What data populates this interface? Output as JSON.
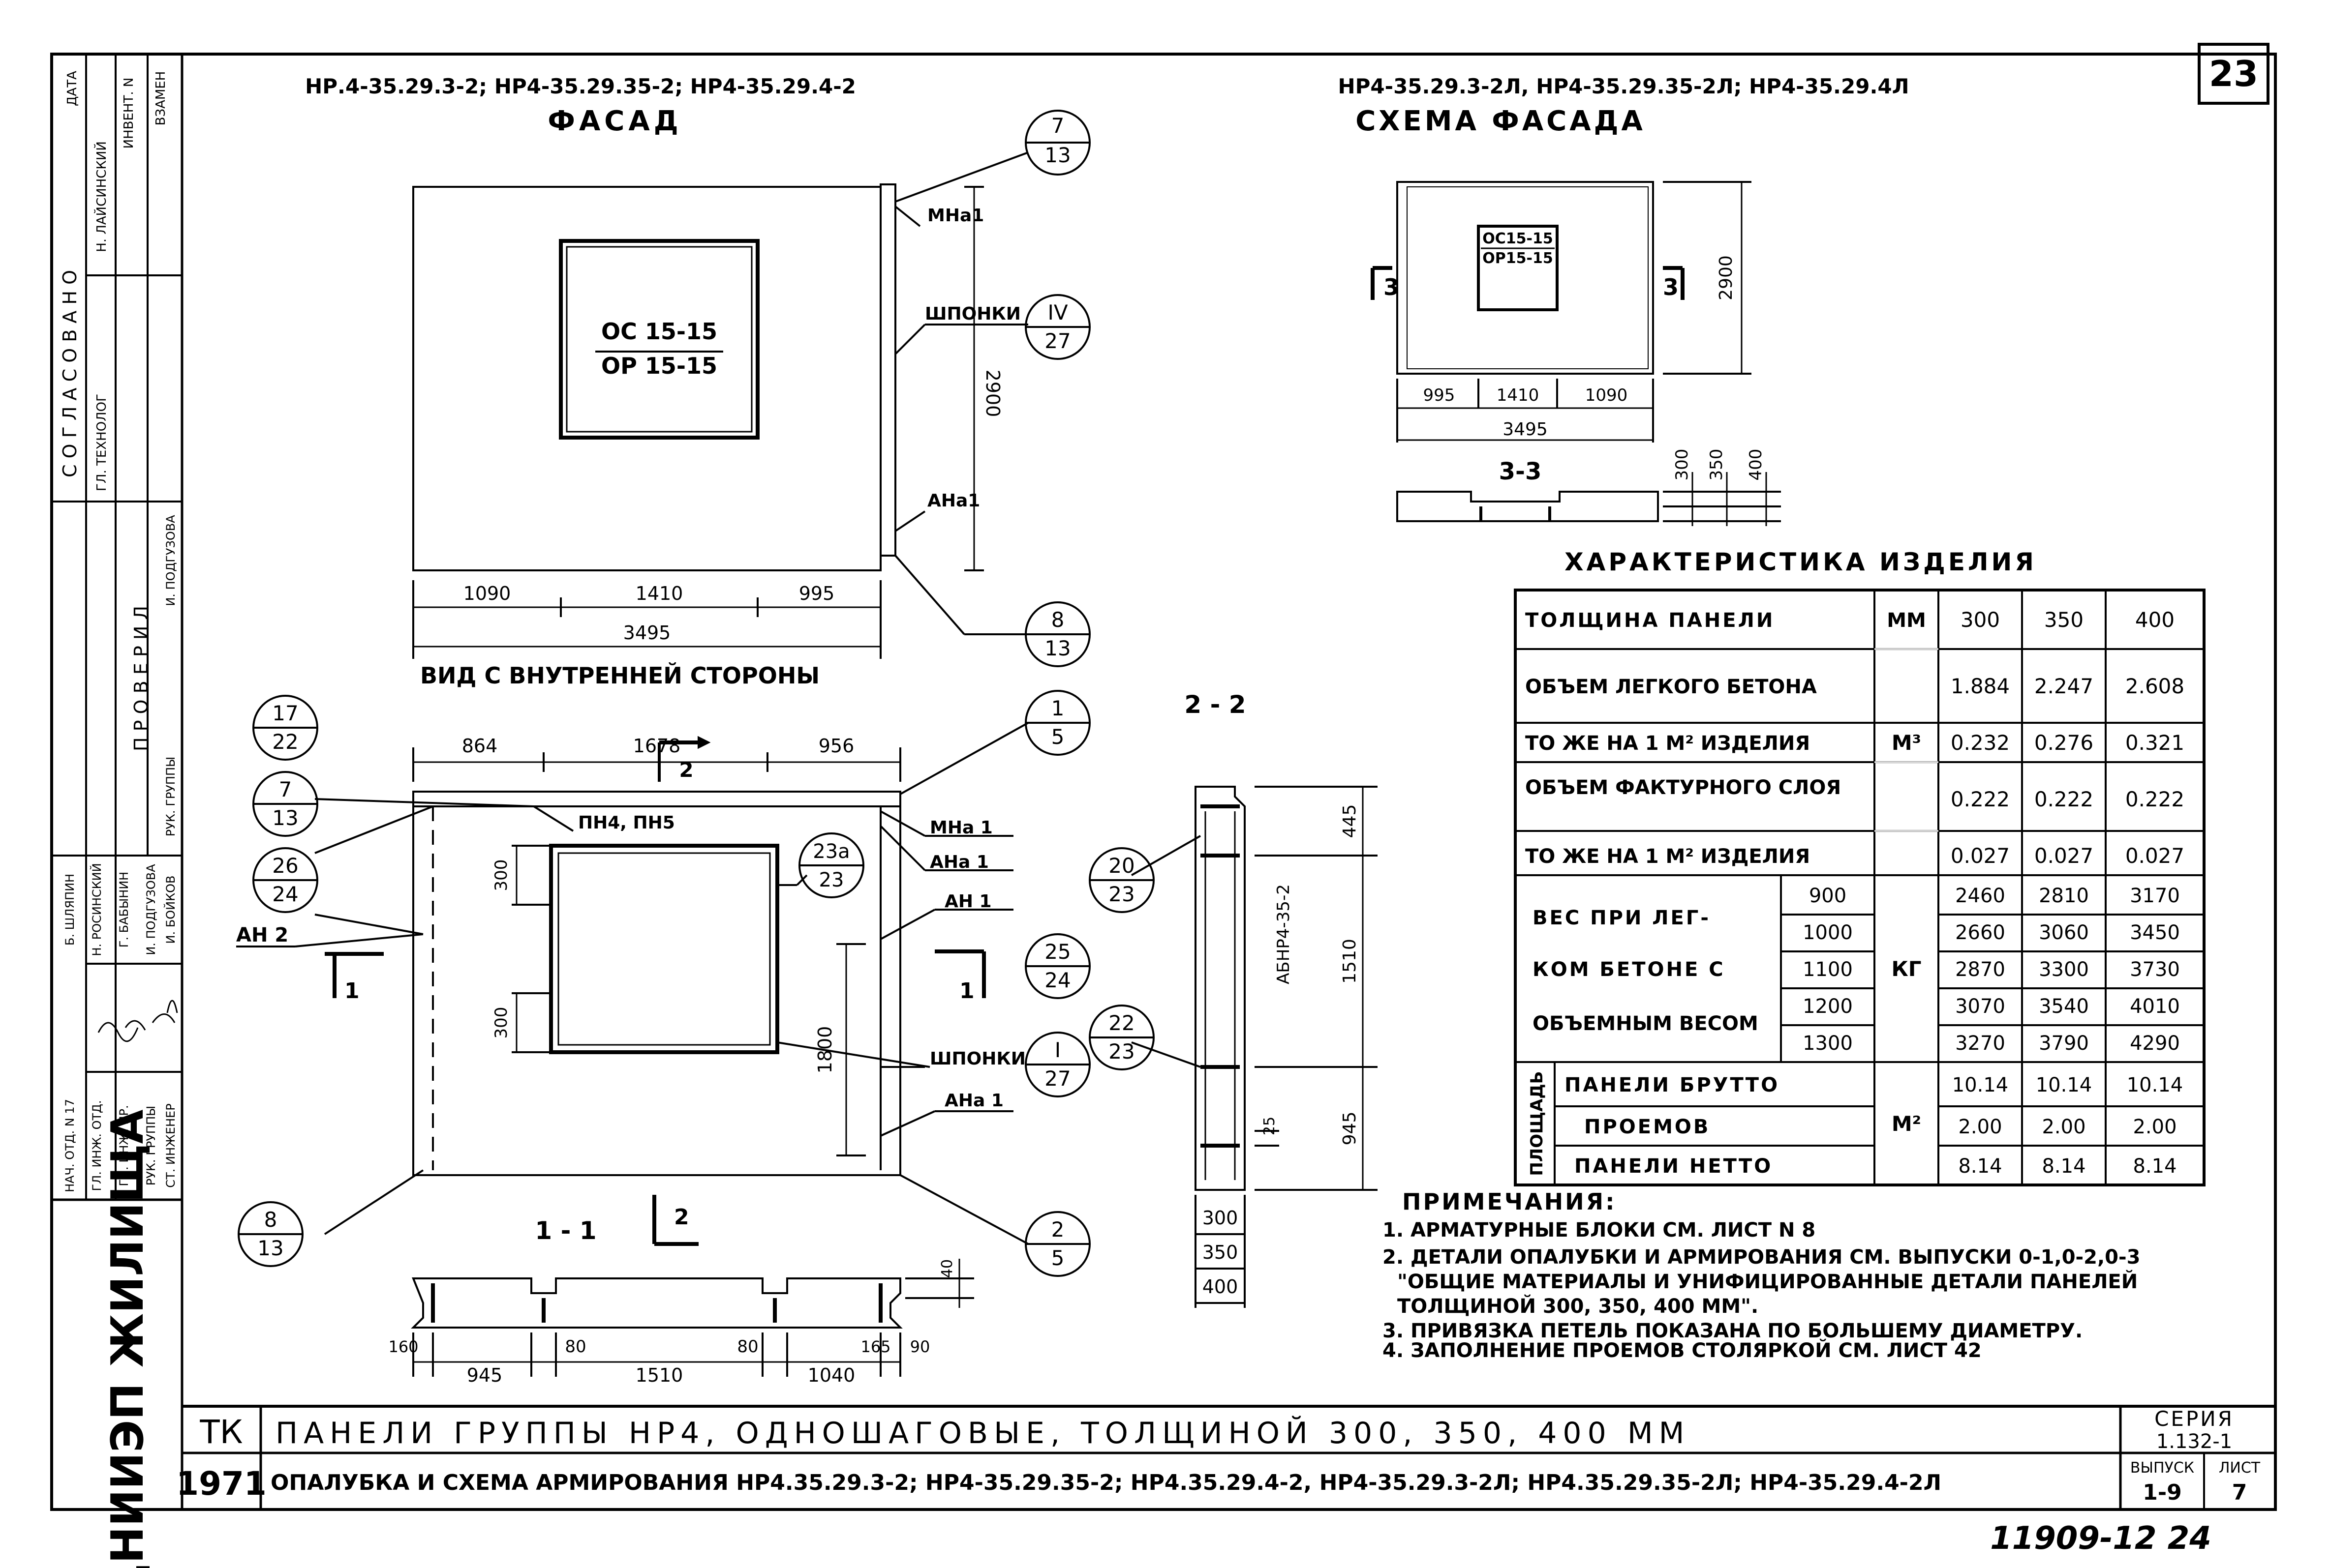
{
  "page_number": "23",
  "handwritten_footer": "11909-12   24",
  "left_stamp": {
    "approved_header": "С О Г Л А С О В А Н О",
    "approved_roles": [
      "ГЛ. ТЕХНОЛОГ",
      "Н. ЛАЙСИНСКИЙ",
      "ИНВЕНТ. N",
      "ДАТА",
      "ВЗАМЕН"
    ],
    "checked_header": "П Р О В Е Р И Л",
    "checked_roles": [
      "РУК. ГРУППЫ",
      "И. ПОДГУЗОВА"
    ],
    "signatures": [
      {
        "role": "НАЧ. ОТД. N 17",
        "name": "Б. ШЛЯПИН"
      },
      {
        "role": "ГЛ. ИНЖ. ОТД.",
        "name": "Н. РОСИНСКИЙ"
      },
      {
        "role": "ГЛ. ИНЖ. ПР.",
        "name": "Г. БАБЫНИН"
      },
      {
        "role": "РУК. ГРУППЫ",
        "name": "И. ПОДГУЗОВА"
      },
      {
        "role": "СТ. ИНЖЕНЕР",
        "name": "И. БОЙКОВ"
      }
    ],
    "org_logo": "ЦНИИЭП ЖИЛИЩА"
  },
  "facade_left": {
    "codes": "НР.4-35.29.3-2; НР4-35.29.35-2; НР4-35.29.4-2",
    "title": "ФАСАД",
    "window_top": "ОС 15-15",
    "window_bottom": "ОР 15-15",
    "labels": [
      "МНа1",
      "ШПОНКИ",
      "АНа1"
    ],
    "height": "2900",
    "dims": [
      "1090",
      "1410",
      "995"
    ],
    "total": "3495",
    "callouts": [
      {
        "top": "7",
        "bottom": "13"
      },
      {
        "top": "IV",
        "bottom": "27"
      },
      {
        "top": "8",
        "bottom": "13"
      }
    ]
  },
  "facade_right": {
    "codes": "НР4-35.29.3-2Л, НР4-35.29.35-2Л; НР4-35.29.4Л",
    "title": "СХЕМА ФАСАДА",
    "window_top": "ОС15-15",
    "window_bottom": "ОР15-15",
    "height": "2900",
    "dims": [
      "995",
      "1410",
      "1090"
    ],
    "total": "3495",
    "section_mark": "3",
    "section_title": "3-3",
    "thicknesses": [
      "300",
      "350",
      "400"
    ]
  },
  "inner_view": {
    "title": "ВИД С ВНУТРЕННЕЙ СТОРОНЫ",
    "top_dims": [
      "864",
      "1678",
      "956"
    ],
    "top_mark": "2",
    "labels": [
      "ПН4, ПН5",
      "МНа 1",
      "АНа 1",
      "АН 1",
      "АН 2",
      "ШПОНКИ",
      "АНа 1"
    ],
    "side_dims": [
      "300",
      "300",
      "1800"
    ],
    "section_marks": [
      "1",
      "1",
      "2"
    ],
    "callouts": [
      {
        "top": "17",
        "bottom": "22"
      },
      {
        "top": "7",
        "bottom": "13"
      },
      {
        "top": "26",
        "bottom": "24"
      },
      {
        "top": "1",
        "bottom": "5"
      },
      {
        "top": "23а",
        "bottom": "23"
      },
      {
        "top": "25",
        "bottom": "24"
      },
      {
        "top": "I",
        "bottom": "27"
      },
      {
        "top": "8",
        "bottom": "13"
      },
      {
        "top": "2",
        "bottom": "5"
      }
    ]
  },
  "section_1_1": {
    "title": "1 - 1",
    "dims": [
      "160",
      "945",
      "80",
      "1510",
      "80",
      "1040",
      "165",
      "90",
      "40"
    ]
  },
  "section_2_2": {
    "title": "2 - 2",
    "block_label": "АБНР4-35-2",
    "dims": [
      "445",
      "1510",
      "945",
      "25"
    ],
    "thicknesses": [
      "300",
      "350",
      "400"
    ],
    "callouts": [
      {
        "top": "20",
        "bottom": "23"
      },
      {
        "top": "22",
        "bottom": "23"
      }
    ]
  },
  "characteristics": {
    "title": "ХАРАКТЕРИСТИКА ИЗДЕЛИЯ",
    "rows": [
      {
        "label": "ТОЛЩИНА ПАНЕЛИ",
        "unit": "ММ",
        "values": [
          "300",
          "350",
          "400"
        ]
      },
      {
        "label": "ОБЪЕМ ЛЕГКОГО БЕТОНА",
        "unit": "",
        "values": [
          "1.884",
          "2.247",
          "2.608"
        ]
      },
      {
        "label": "ТО ЖЕ НА 1 М² ИЗДЕЛИЯ",
        "unit": "М³",
        "values": [
          "0.232",
          "0.276",
          "0.321"
        ]
      },
      {
        "label": "ОБЪЕМ ФАКТУРНОГО СЛОЯ",
        "unit": "",
        "values": [
          "0.222",
          "0.222",
          "0.222"
        ]
      },
      {
        "label": "ТО ЖЕ НА 1 М² ИЗДЕЛИЯ",
        "unit": "",
        "values": [
          "0.027",
          "0.027",
          "0.027"
        ]
      }
    ],
    "weight_label": [
      "ВЕС ПРИ ЛЕГ-",
      "КОМ БЕТОНЕ С",
      "ОБЪЕМНЫМ ВЕСОМ"
    ],
    "weight_unit": "КГ",
    "weights": [
      {
        "density": "900",
        "values": [
          "2460",
          "2810",
          "3170"
        ]
      },
      {
        "density": "1000",
        "values": [
          "2660",
          "3060",
          "3450"
        ]
      },
      {
        "density": "1100",
        "values": [
          "2870",
          "3300",
          "3730"
        ]
      },
      {
        "density": "1200",
        "values": [
          "3070",
          "3540",
          "4010"
        ]
      },
      {
        "density": "1300",
        "values": [
          "3270",
          "3790",
          "4290"
        ]
      }
    ],
    "area_label": "ПЛОЩАДЬ",
    "area_unit": "М²",
    "areas": [
      {
        "label": "ПАНЕЛИ БРУТТО",
        "values": [
          "10.14",
          "10.14",
          "10.14"
        ]
      },
      {
        "label": "ПРОЕМОВ",
        "values": [
          "2.00",
          "2.00",
          "2.00"
        ]
      },
      {
        "label": "ПАНЕЛИ НЕТТО",
        "values": [
          "8.14",
          "8.14",
          "8.14"
        ]
      }
    ]
  },
  "notes": {
    "title": "ПРИМЕЧАНИЯ:",
    "lines": [
      "1. АРМАТУРНЫЕ БЛОКИ СМ. ЛИСТ N 8",
      "2. ДЕТАЛИ ОПАЛУБКИ И АРМИРОВАНИЯ СМ. ВЫПУСКИ 0-1,0-2,0-3",
      "\"ОБЩИЕ МАТЕРИАЛЫ И УНИФИЦИРОВАННЫЕ ДЕТАЛИ ПАНЕЛЕЙ",
      "ТОЛЩИНОЙ 300, 350, 400 ММ\".",
      "3. ПРИВЯЗКА ПЕТЕЛЬ ПОКАЗАНА ПО БОЛЬШЕМУ ДИАМЕТРУ.",
      "4. ЗАПОЛНЕНИЕ ПРОЕМОВ СТОЛЯРКОЙ СМ. ЛИСТ 42"
    ]
  },
  "title_block": {
    "tk": "ТК",
    "year": "1971",
    "title1": "ПАНЕЛИ ГРУППЫ НР4, ОДНОШАГОВЫЕ, ТОЛЩИНОЙ 300, 350, 400 ММ",
    "title2": "ОПАЛУБКА И СХЕМА АРМИРОВАНИЯ НР4.35.29.3-2; НР4-35.29.35-2; НР4.35.29.4-2, НР4-35.29.3-2Л; НР4.35.29.35-2Л; НР4-35.29.4-2Л",
    "series_label": "СЕРИЯ",
    "series_value": "1.132-1",
    "issue_label": "ВЫПУСК",
    "issue_value": "1-9",
    "sheet_label": "ЛИСТ",
    "sheet_value": "7"
  }
}
